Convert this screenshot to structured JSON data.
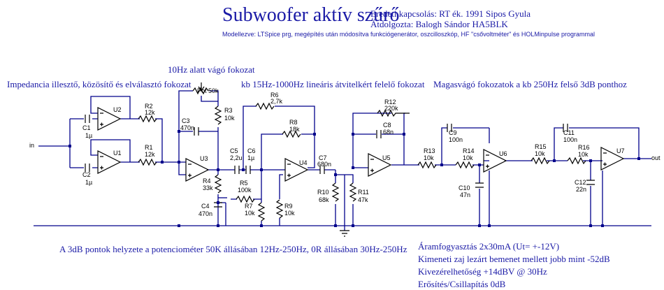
{
  "header": {
    "title": "Subwoofer aktív szűrő",
    "credit_original": "Eredeti kapcsolás: RT ék. 1991 Sipos Gyula",
    "credit_adapted": "Átdolgozta: Balogh Sándor HA5BLK",
    "modeled_with": "Modellezve: LTSpice prg, megépítés után módosítva funkciógenerátor, oszcilloszkóp, HF \"csővoltméter\" és HOLMinpulse programmal"
  },
  "sections": {
    "impedance": "Impedancia illesztő, közösítő  és elválasztó fokozat",
    "cut10": "10Hz alatt vágó fokozat",
    "linear": "kb 15Hz-1000Hz lineáris átvitelkért felelő fokozat",
    "highcut": "Magasvágó fokozatok a kb 250Hz felső 3dB ponthoz"
  },
  "notes": {
    "pot_points": "A 3dB pontok helyzete a  potenciométer 50K állásában 12Hz-250Hz,    0R állásában 30Hz-250Hz",
    "current": "Áramfogyasztás 2x30mA (Ut= +-12V)",
    "noise": "Kimeneti zaj lezárt bemenet mellett jobb mint -52dB",
    "drive": "Kivezérelhetőség +14dBV @ 30Hz",
    "gain": "Erősítés/Csillapítás 0dB"
  },
  "io": {
    "input": "in",
    "output": "out"
  },
  "components": {
    "U2": "U2",
    "U1": "U1",
    "U3": "U3",
    "U4": "U4",
    "U5": "U5",
    "U6": "U6",
    "U7": "U7",
    "R1": [
      "R1",
      "12k"
    ],
    "R2": [
      "R2",
      "12k"
    ],
    "R3": [
      "R3",
      "10k"
    ],
    "R4": [
      "R4",
      "33k"
    ],
    "R5": [
      "R5",
      "100k"
    ],
    "R6": [
      "R6",
      "2,7k"
    ],
    "R7": [
      "R7",
      "10k"
    ],
    "R8": [
      "R8",
      "18k"
    ],
    "R9": [
      "R9",
      "10k"
    ],
    "R10": [
      "R10",
      "68k"
    ],
    "R11": [
      "R11",
      "47k"
    ],
    "R12": [
      "R12",
      "220k"
    ],
    "R13": [
      "R13",
      "10k"
    ],
    "R14": [
      "R14",
      "10k"
    ],
    "R15": [
      "R15",
      "10k"
    ],
    "R16": [
      "R16",
      "10k"
    ],
    "POT": "Pot 50k",
    "C1": [
      "C1",
      "1µ"
    ],
    "C2": [
      "C2",
      "1µ"
    ],
    "C3": [
      "C3",
      "470n"
    ],
    "C4": [
      "C4",
      "470n"
    ],
    "C5": [
      "C5",
      "2,2u"
    ],
    "C6": [
      "C6",
      "1µ"
    ],
    "C7": [
      "C7",
      "680n"
    ],
    "C8": [
      "C8",
      "68n"
    ],
    "C9": [
      "C9",
      "100n"
    ],
    "C10": [
      "C10",
      "47n"
    ],
    "C11": [
      "C11",
      "100n"
    ],
    "C12": [
      "C12",
      "22n"
    ]
  },
  "colors": {
    "text": "#1a1aa6",
    "wire": "#00008b",
    "part": "#000000",
    "node": "#00008b"
  }
}
